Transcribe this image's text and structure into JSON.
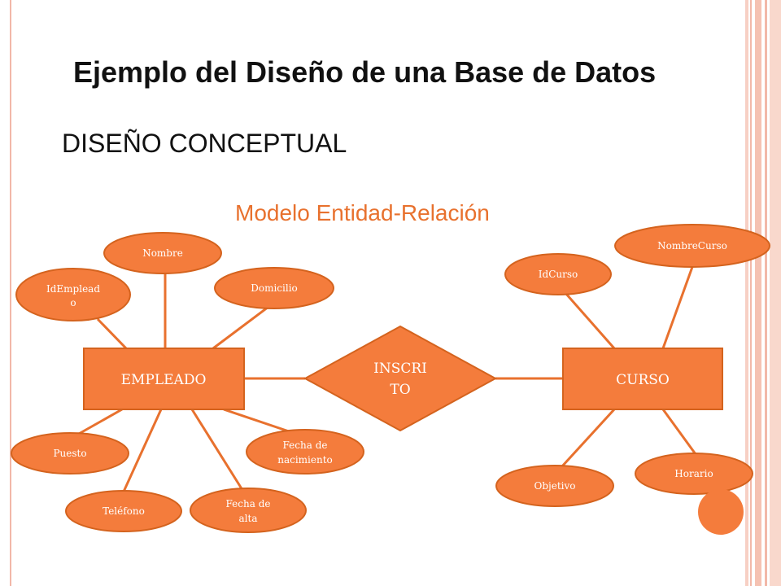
{
  "title": "Ejemplo del Diseño de una Base de Datos",
  "subtitle": "DISEÑO CONCEPTUAL",
  "model_title": "Modelo Entidad-Relación",
  "colors": {
    "fill": "#f47c3c",
    "stroke": "#d4631e",
    "line": "#e8712e",
    "title_accent": "#e8712e",
    "frame": "#f2b8a8"
  },
  "entities": {
    "empleado": "EMPLEADO",
    "curso": "CURSO"
  },
  "relationship": {
    "line1": "INSCRI",
    "line2": "TO"
  },
  "attributes": {
    "idempleado": {
      "line1": "IdEmplead",
      "line2": "o"
    },
    "nombre": "Nombre",
    "domicilio": "Domicilio",
    "puesto": "Puesto",
    "telefono": "Teléfono",
    "fecha_alta": {
      "line1": "Fecha de",
      "line2": "alta"
    },
    "fecha_nacimiento": {
      "line1": "Fecha de",
      "line2": "nacimiento"
    },
    "idcurso": "IdCurso",
    "nombrecurso": "NombreCurso",
    "objetivo": "Objetivo",
    "horario": "Horario"
  }
}
